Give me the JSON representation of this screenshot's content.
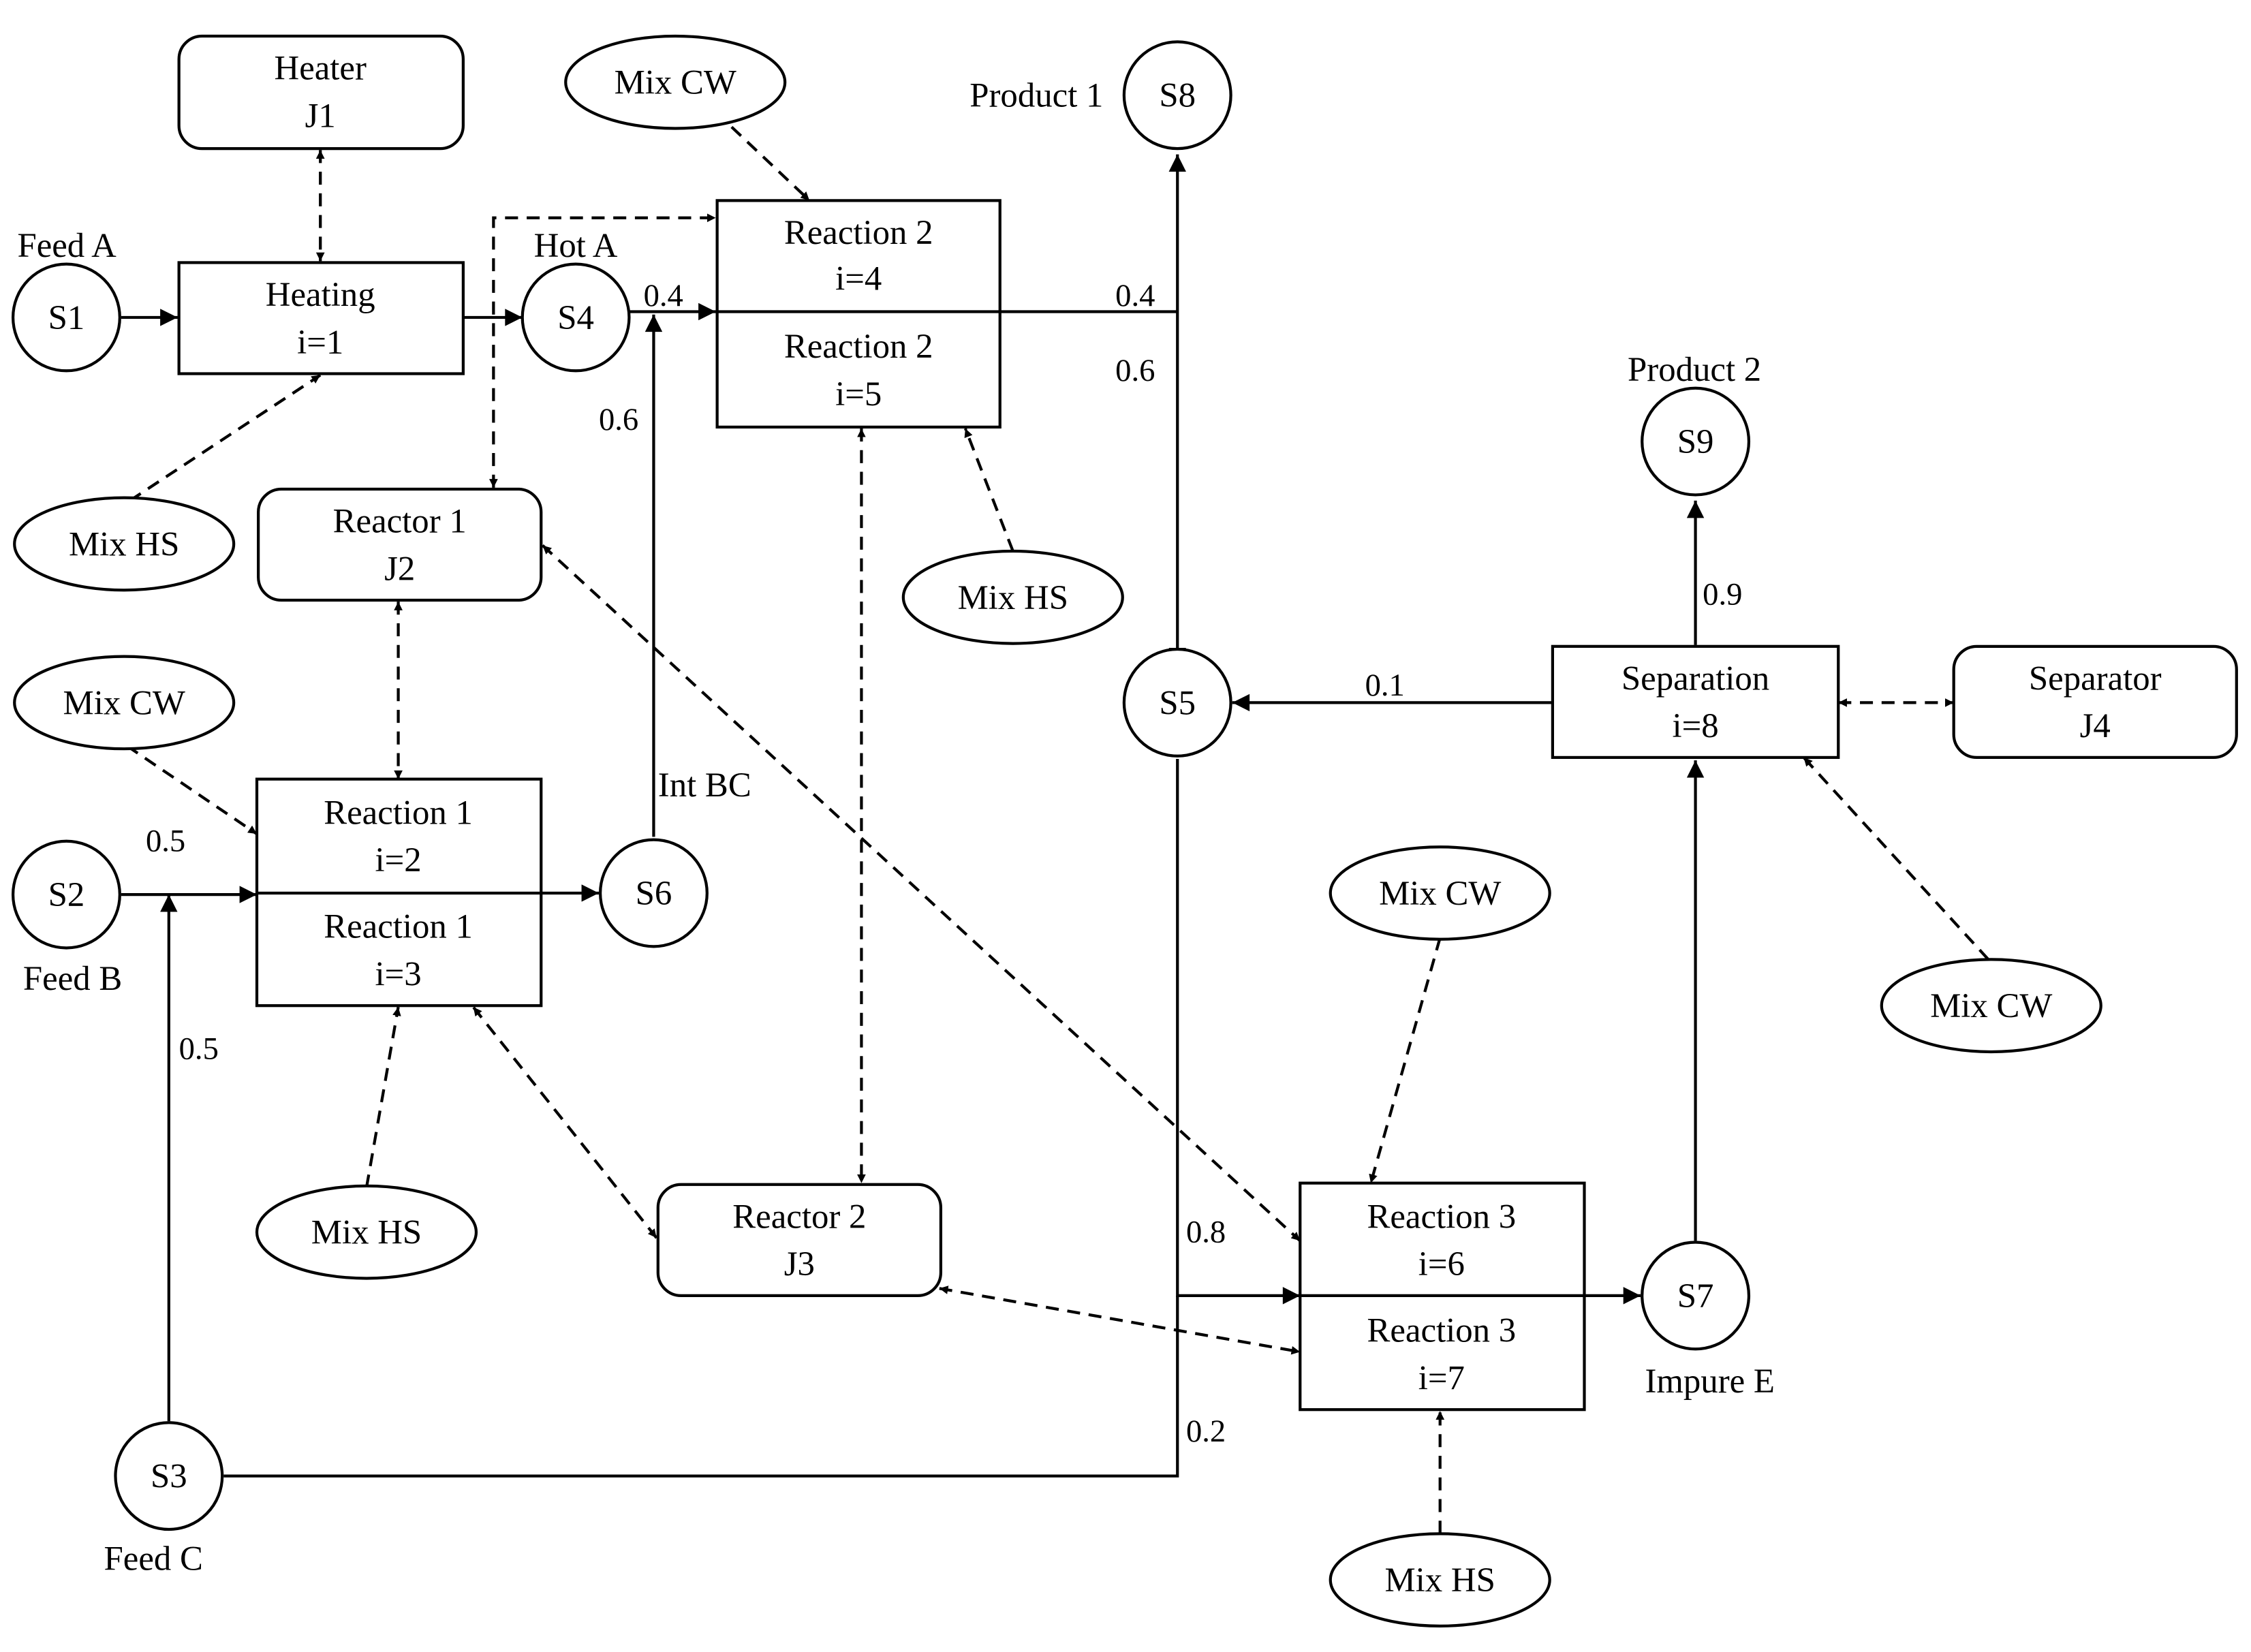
{
  "colors": {
    "stroke": "#000000",
    "background": "#ffffff"
  },
  "units": {
    "heater_j1": {
      "line1": "Heater",
      "line2": "J1"
    },
    "reactor1_j2": {
      "line1": "Reactor 1",
      "line2": "J2"
    },
    "reactor2_j3": {
      "line1": "Reactor 2",
      "line2": "J3"
    },
    "separator_j4": {
      "line1": "Separator",
      "line2": "J4"
    }
  },
  "tasks": {
    "heating": {
      "line1": "Heating",
      "line2": "i=1"
    },
    "reaction2a": {
      "line1": "Reaction 2",
      "line2": "i=4"
    },
    "reaction2b": {
      "line1": "Reaction 2",
      "line2": "i=5"
    },
    "reaction1a": {
      "line1": "Reaction 1",
      "line2": "i=2"
    },
    "reaction1b": {
      "line1": "Reaction 1",
      "line2": "i=3"
    },
    "reaction3a": {
      "line1": "Reaction 3",
      "line2": "i=6"
    },
    "reaction3b": {
      "line1": "Reaction 3",
      "line2": "i=7"
    },
    "separation": {
      "line1": "Separation",
      "line2": "i=8"
    }
  },
  "states": {
    "s1": "S1",
    "s2": "S2",
    "s3": "S3",
    "s4": "S4",
    "s5": "S5",
    "s6": "S6",
    "s7": "S7",
    "s8": "S8",
    "s9": "S9"
  },
  "state_labels": {
    "feed_a": "Feed A",
    "feed_b": "Feed B",
    "feed_c": "Feed C",
    "hot_a": "Hot A",
    "int_bc": "Int BC",
    "impure_e": "Impure E",
    "product1": "Product 1",
    "product2": "Product 2"
  },
  "utilities": {
    "mix_hs": "Mix HS",
    "mix_cw": "Mix CW"
  },
  "fractions": {
    "s4_to_reaction2": "0.4",
    "s6_to_reaction2": "0.6",
    "reaction2_to_s8": "0.4",
    "reaction2_to_s5": "0.6",
    "separation_to_s9": "0.9",
    "separation_to_s5": "0.1",
    "s2_to_reaction1": "0.5",
    "s3_to_reaction1": "0.5",
    "s5_to_reaction3": "0.8",
    "s3_to_reaction3": "0.2"
  }
}
